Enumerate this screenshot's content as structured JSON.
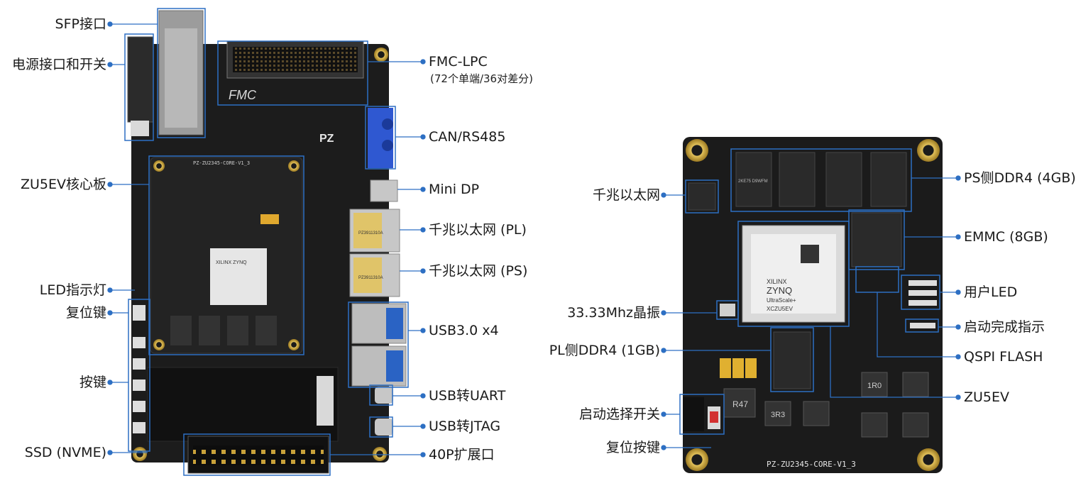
{
  "left_board": {
    "labels_left": [
      {
        "id": "sfp",
        "text": "SFP接口"
      },
      {
        "id": "power",
        "text": "电源接口和开关"
      },
      {
        "id": "core",
        "text": "ZU5EV核心板"
      },
      {
        "id": "led",
        "text": "LED指示灯"
      },
      {
        "id": "reset",
        "text": "复位键"
      },
      {
        "id": "keys",
        "text": "按键"
      },
      {
        "id": "ssd",
        "text": "SSD (NVME)"
      }
    ],
    "labels_right": [
      {
        "id": "fmc",
        "text": "FMC-LPC"
      },
      {
        "id": "can",
        "text": "CAN/RS485"
      },
      {
        "id": "dp",
        "text": "Mini DP"
      },
      {
        "id": "eth_pl",
        "text": "千兆以太网 (PL)"
      },
      {
        "id": "eth_ps",
        "text": "千兆以太网 (PS)"
      },
      {
        "id": "usb3",
        "text": "USB3.0 x4"
      },
      {
        "id": "uart",
        "text": "USB转UART"
      },
      {
        "id": "jtag",
        "text": "USB转JTAG"
      },
      {
        "id": "ext",
        "text": "40P扩展口"
      }
    ],
    "fmc_sub": "(72个单端/36对差分)",
    "silk_core": "PZ-ZU2345-CORE-V1_3",
    "silk_fmc": "FMC",
    "silk_pz": "PZ",
    "chip_brand": "XILINX ZYNQ",
    "eth_jack_text": "PZ3911310A",
    "usb_color": "#2a63c4"
  },
  "right_board": {
    "labels_left": [
      {
        "id": "eth",
        "text": "千兆以太网"
      },
      {
        "id": "osc",
        "text": "33.33Mhz晶振"
      },
      {
        "id": "pl_ddr",
        "text": "PL侧DDR4 (1GB)"
      },
      {
        "id": "boot_sel",
        "text": "启动选择开关"
      },
      {
        "id": "reset_btn",
        "text": "复位按键"
      }
    ],
    "labels_right": [
      {
        "id": "ps_ddr",
        "text": "PS侧DDR4 (4GB)"
      },
      {
        "id": "emmc",
        "text": "EMMC (8GB)"
      },
      {
        "id": "user_led",
        "text": "用户LED"
      },
      {
        "id": "done",
        "text": "启动完成指示"
      },
      {
        "id": "qspi",
        "text": "QSPI FLASH"
      },
      {
        "id": "zu5ev",
        "text": "ZU5EV"
      }
    ],
    "silk_bottom": "PZ-ZU2345-CORE-V1_3",
    "chip_lines": [
      "XILINX",
      "ZYNQ",
      "UltraScale+",
      "XCZU5EV"
    ],
    "ddr_mark": "2KE75 D9WFM",
    "inductor_a": "R47",
    "inductor_b": "3R3",
    "inductor_c": "1R0"
  },
  "colors": {
    "leader": "#2d6fc3",
    "pcb": "#1b1b1b",
    "gold": "#c9a23a",
    "highlight": "#2d6fc3"
  }
}
